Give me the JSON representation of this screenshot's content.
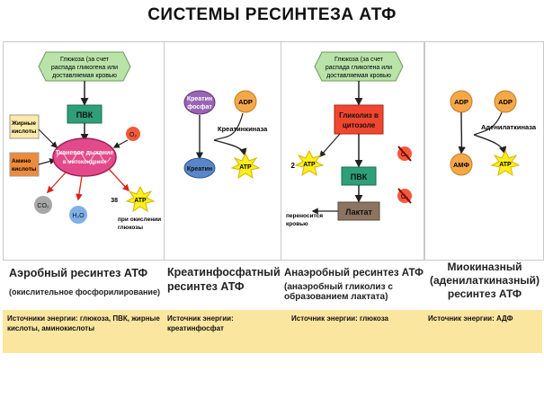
{
  "title": "СИСТЕМЫ РЕСИНТЕЗА АТФ",
  "panels": [
    {
      "title": "Аэробный ресинтез АТФ",
      "subtitle": "(окислительное фосфорилирование)",
      "source": "Источники энергии: глюкоза, ПВК, жирные кислоты, аминокислоты",
      "glucose_line1": "Глюкоза (за счет",
      "glucose_line2": "распада гликогена или",
      "glucose_line3": "доставляемая кровью",
      "pvk": "ПВК",
      "fatty1": "Жирные",
      "fatty2": "кислоты",
      "amino1": "Амино",
      "amino2": "кислоты",
      "o2": "O₂",
      "mito1": "Тканевое дыхание",
      "mito2": "в митохондриях",
      "co2": "CO₂",
      "h2o": "H₂O",
      "atp_count": "38",
      "atp": "ATP",
      "note1": "при окислении",
      "note2": "глюкозы"
    },
    {
      "title": "Креатинфосфатный ресинтез АТФ",
      "source": "Источник энергии: креатинфосфат",
      "cp1": "Креатин",
      "cp2": "фосфат",
      "adp": "ADP",
      "enzyme": "Креатинкиназа",
      "creatine": "Креатин",
      "atp": "ATP"
    },
    {
      "title": "Анаэробный ресинтез АТФ",
      "subtitle": "(анаэробный гликолиз с образованием лактата)",
      "source": "Источник энергии: глюкоза",
      "glucose_line1": "Глюкоза (за счет",
      "glucose_line2": "распада гликогена или",
      "glucose_line3": "доставляемая кровью",
      "glyc1": "Гликолиз в",
      "glyc2": "цитозоле",
      "atp_count": "2",
      "atp": "ATP",
      "o2": "O₂",
      "pvk": "ПВК",
      "lactate": "Лактат",
      "note1": "переносится",
      "note2": "кровью"
    },
    {
      "title": "Миокиназный (аденилаткиназный) ресинтез АТФ",
      "source": "Источник энергии: АДФ",
      "adp1": "ADP",
      "adp2": "ADP",
      "enzyme": "Аденилаткиназа",
      "amf": "АМФ",
      "atp": "ATP"
    }
  ],
  "colors": {
    "band": "#fbe6a0",
    "green_box": "#b9e3a9",
    "teal_box": "#2e9f78",
    "red_box": "#f0462f",
    "adp_orange": "#f5a84a",
    "atp_yellow": "#ffef1a",
    "creatine_blue": "#5a86c9",
    "creatine_phosphate_purple": "#9a63b6"
  }
}
